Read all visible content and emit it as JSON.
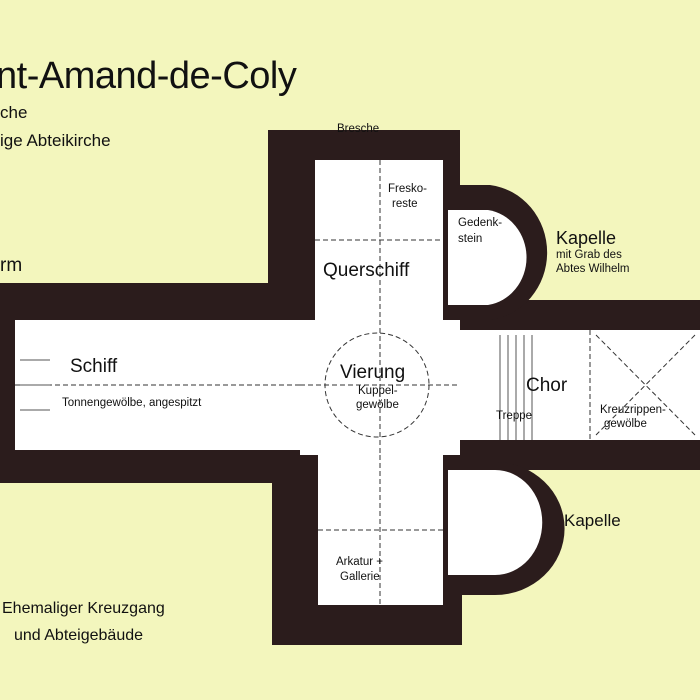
{
  "title": "nt-Amand-de-Coly",
  "subtitle_lines": [
    "che",
    "ige Abteikirche"
  ],
  "side_label_turm": "rm",
  "labels": {
    "bresche": "Bresche",
    "freskoreste": [
      "Fresko-",
      "reste"
    ],
    "gedenkstein": [
      "Gedenk-",
      "stein"
    ],
    "kapelle_north": "Kapelle",
    "kapelle_north_note": [
      "mit Grab des",
      "Abtes Wilhelm"
    ],
    "querschiff": "Querschiff",
    "schiff": "Schiff",
    "schiff_note": "Tonnengewölbe, angespitzt",
    "vierung": "Vierung",
    "vierung_note": [
      "Kuppel-",
      "gewölbe"
    ],
    "chor": "Chor",
    "treppe": "Treppe",
    "kreuzrippen": [
      "Kreuzrippen-",
      "gewölbe"
    ],
    "kapelle_south": "Kapelle",
    "arkatur": [
      "Arkatur +",
      "Gallerie"
    ],
    "kreuzgang": [
      "Ehemaliger Kreuzgang",
      "und Abteigebäude"
    ]
  },
  "colors": {
    "background": "#f3f6bd",
    "wall": "#2b1c1c",
    "floor": "#ffffff"
  }
}
